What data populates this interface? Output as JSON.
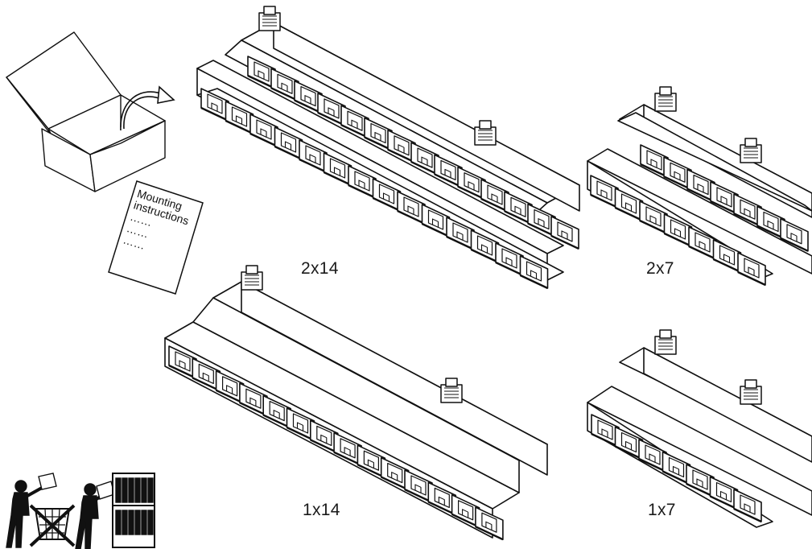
{
  "labels": {
    "luminaire_2x14": "2x14",
    "luminaire_2x7": "2x7",
    "luminaire_1x14": "1x14",
    "luminaire_1x7": "1x7"
  },
  "document": {
    "title_line1": "Mounting",
    "title_line2": "instructions",
    "body_lines": [
      "……",
      "……",
      "……"
    ]
  },
  "icons": [
    "open-box-icon",
    "arrow-icon",
    "instruction-sheet-icon",
    "recycle-disposal-icon",
    "file-archive-icon"
  ],
  "colors": {
    "line": "#111111",
    "background": "#ffffff"
  }
}
